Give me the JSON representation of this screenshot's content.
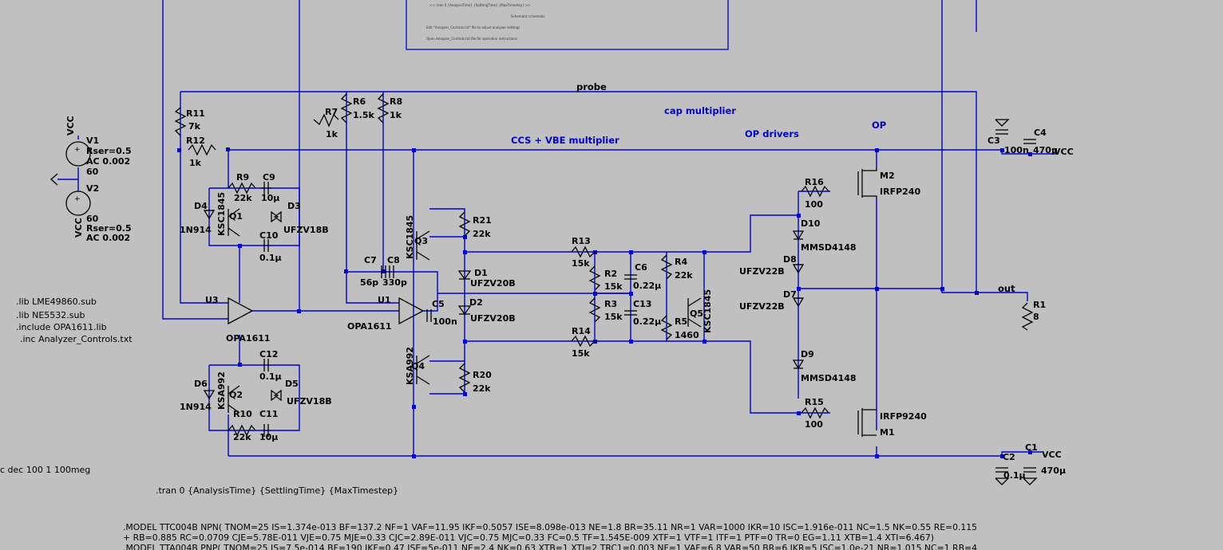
{
  "schematic": {
    "notes": {
      "top_line1": "<< .tran 0 {AnalysisTime} {SettlingTime} {MaxTimestep} >>",
      "top_line2": "Schematic schematic",
      "top_line3": "Edit \"Analyzer_Controls.txt\" file to adjust analyzer settings",
      "top_line4": "Open Analyzer_Controls.txt file for operation instructions"
    },
    "section_labels": {
      "probe": "probe",
      "cap_multiplier": "cap multiplier",
      "ccs_vbe": "CCS + VBE multiplier",
      "op_drivers": "OP drivers",
      "op": "OP",
      "out": "out"
    },
    "sources": {
      "v1_name": "V1",
      "v1_rser": "Rser=0.5",
      "v1_ac": "AC 0.002",
      "v1_value": "60",
      "v2_name": "V2",
      "v2_value": "60",
      "v2_rser": "Rser=0.5",
      "v2_ac": "AC 0.002",
      "vcc_top": "VCC",
      "vcc_bottom": "VCC"
    },
    "resistors": {
      "r1": "R1",
      "r1_v": "8",
      "r2": "R2",
      "r2_v": "15k",
      "r3": "R3",
      "r3_v": "15k",
      "r4": "R4",
      "r4_v": "22k",
      "r5": "R5",
      "r5_v": "1460",
      "r6": "R6",
      "r6_v": "1.5k",
      "r7": "R7",
      "r7_v": "1k",
      "r8": "R8",
      "r8_v": "1k",
      "r9": "R9",
      "r9_v": "22k",
      "r10": "R10",
      "r10_v": "22k",
      "r11": "R11",
      "r11_v": "7k",
      "r12": "R12",
      "r12_v": "1k",
      "r13": "R13",
      "r13_v": "15k",
      "r14": "R14",
      "r14_v": "15k",
      "r15": "R15",
      "r15_v": "100",
      "r16": "R16",
      "r16_v": "100",
      "r20": "R20",
      "r20_v": "22k",
      "r21": "R21",
      "r21_v": "22k"
    },
    "capacitors": {
      "c1": "C1",
      "c1_v": "470µ",
      "c2": "C2",
      "c2_v": "0.1µ",
      "c3": "C3",
      "c3_v": "100n",
      "c4": "C4",
      "c4_v": "470µ",
      "c5": "C5",
      "c5_v": "100n",
      "c6": "C6",
      "c6_v": "0.22µ",
      "c7": "C7",
      "c7_v": "56p",
      "c8": "C8",
      "c8_v": "330p",
      "c9": "C9",
      "c9_v": "10µ",
      "c10": "C10",
      "c10_v": "0.1µ",
      "c11": "C11",
      "c11_v": "10µ",
      "c12": "C12",
      "c12_v": "0.1µ",
      "c13": "C13",
      "c13_v": "0.22µ"
    },
    "diodes": {
      "d1": "D1",
      "d1_v": "UFZV20B",
      "d2": "D2",
      "d2_v": "UFZV20B",
      "d3": "D3",
      "d3_v": "UFZV18B",
      "d4": "D4",
      "d4_v": "1N914",
      "d5": "D5",
      "d5_v": "UFZV18B",
      "d6": "D6",
      "d6_v": "1N914",
      "d7": "D7",
      "d7_v": "UFZV22B",
      "d8": "D8",
      "d8_v": "UFZV22B",
      "d9": "D9",
      "d9_v": "MMSD4148",
      "d10": "D10",
      "d10_v": "MMSD4148"
    },
    "transistors": {
      "q1": "Q1",
      "q1_v": "KSC1845",
      "q2": "Q2",
      "q2_v": "KSA992",
      "q3": "Q3",
      "q3_v": "KSC1845",
      "q4": "Q4",
      "q4_v": "KSA992",
      "q5": "Q5",
      "q5_v": "KSC1845",
      "m1": "M1",
      "m1_v": "IRFP9240",
      "m2": "M2",
      "m2_v": "IRFP240"
    },
    "opamps": {
      "u1": "U1",
      "u1_v": "OPA1611",
      "u3": "U3",
      "u3_v": "OPA1611"
    },
    "directives": {
      "lib1": ".lib LME49860.sub",
      "lib2": ".lib NE5532.sub",
      "inc1": ".include OPA1611.lib",
      "inc2": ".inc Analyzer_Controls.txt",
      "ac": "c dec 100 1 100meg",
      "tran": ".tran 0 {AnalysisTime} {SettlingTime} {MaxTimestep}",
      "model1": ".MODEL TTC004B NPN( TNOM=25 IS=1.374e-013 BF=137.2 NF=1 VAF=11.95 IKF=0.5057 ISE=8.098e-013 NE=1.8 BR=35.11 NR=1 VAR=1000 IKR=10 ISC=1.916e-011 NC=1.5 NK=0.55 RE=0.115",
      "model2": "+ RB=0.885 RC=0.0709 CJE=5.78E-011 VJE=0.75 MJE=0.33 CJC=2.89E-011 VJC=0.75 MJC=0.33 FC=0.5 TF=1.545E-009 XTF=1 VTF=1 ITF=1 PTF=0 TR=0 EG=1.11 XTB=1.4 XTI=6.467)",
      "model3": ".MODEL TTA004B PNP( TNOM=25 IS=7.5e-014 BF=190 IKF=0.47 ISE=5e-011 NE=2.4 NK=0.63 XTB=1 XTI=2 TRC1=0.003 NF=1 VAF=6.8 VAR=50 BR=6 IKR=5 ISC=1.0e-21 NR=1.015 NC=1 RB=4"
    }
  }
}
